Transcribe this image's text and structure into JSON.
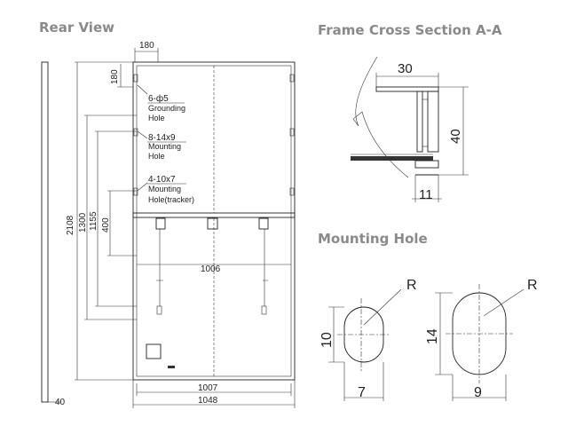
{
  "headings": {
    "rear_view": "Rear View",
    "frame_section": "Frame Cross Section A-A",
    "mounting_hole": "Mounting Hole"
  },
  "rear_view": {
    "dim_top_180": "180",
    "dim_side_180": "180",
    "grounding_spec": "6-ф5",
    "grounding_label_1": "Grounding",
    "grounding_label_2": "Hole",
    "mounting_spec": "8-14x9",
    "mounting_label_1": "Mounting",
    "mounting_label_2": "Hole",
    "tracker_spec": "4-10x7",
    "tracker_label_1": "Mounting",
    "tracker_label_2": "Hole(tracker)",
    "dim_2108": "2108",
    "dim_1300": "1300",
    "dim_1155": "1155",
    "dim_400": "400",
    "dim_1006": "1006",
    "dim_1007": "1007",
    "dim_1048": "1048",
    "dim_40": "40"
  },
  "frame_section": {
    "dim_30": "30",
    "dim_40": "40",
    "dim_11": "11"
  },
  "mounting_hole": {
    "small_r": "R",
    "small_height": "10",
    "small_width": "7",
    "large_r": "R",
    "large_height": "14",
    "large_width": "9"
  }
}
